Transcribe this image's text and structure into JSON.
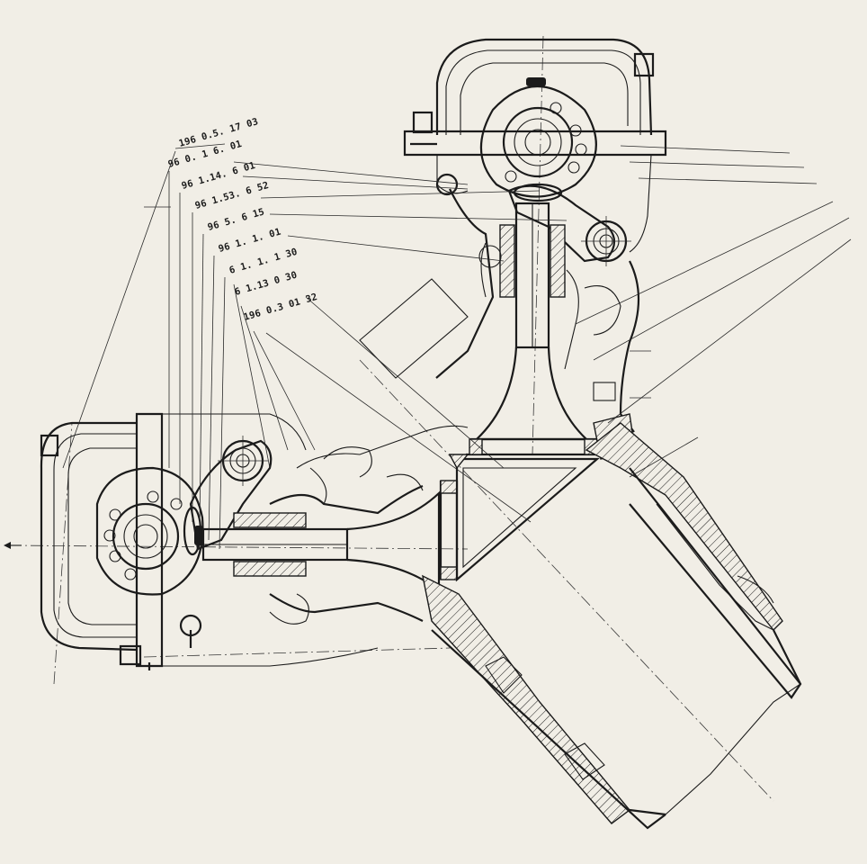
{
  "drawing": {
    "part_numbers": [
      "196 0.5. 17 03",
      "96 0. 1 6. 01",
      "96 1.14. 6 01",
      "96 1.53. 6 52",
      "96 5. 6 15",
      "96 1. 1. 01",
      "6 1. 1. 1 30",
      "6 1.13 0 30",
      "196 0.3 01 32"
    ]
  }
}
